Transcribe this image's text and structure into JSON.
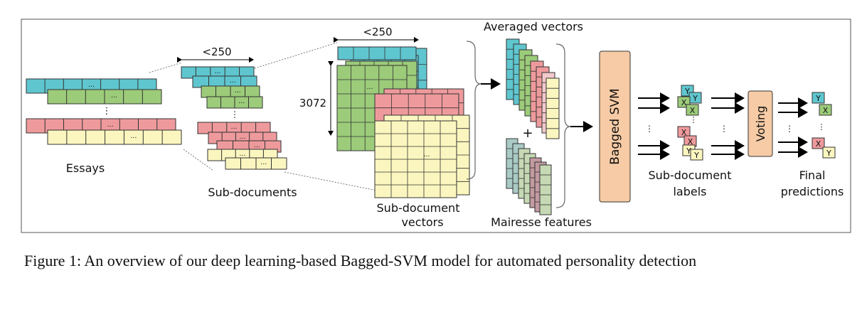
{
  "figure": {
    "labels": {
      "essays": "Essays",
      "sub_documents": "Sub-documents",
      "width_1": "<250",
      "width_2": "<250",
      "height": "3072",
      "subdoc_vectors_1": "Sub-document",
      "subdoc_vectors_2": "vectors",
      "averaged_vectors": "Averaged vectors",
      "plus": "+",
      "mairesse": "Mairesse features",
      "bagged_svm": "Bagged SVM",
      "subdoc_labels_1": "Sub-document",
      "subdoc_labels_2": "labels",
      "voting": "Voting",
      "final_1": "Final",
      "final_2": "predictions",
      "dots": "⋮",
      "ellipsis": "…",
      "label_x": "X",
      "label_y": "Y"
    },
    "colors": {
      "teal": "#5fc6cf",
      "green": "#9ccb7a",
      "pink": "#ee9a9c",
      "cream": "#fbf6bf",
      "orange": "#f6cba5",
      "gray_teal": "#a9cac5",
      "gray_green": "#c6d9b4",
      "mauve": "#c29aa0",
      "light_pink": "#f2c9cb"
    }
  },
  "caption": {
    "text": "Figure 1: An overview of our deep learning-based Bagged-SVM model for automated personality detection"
  }
}
